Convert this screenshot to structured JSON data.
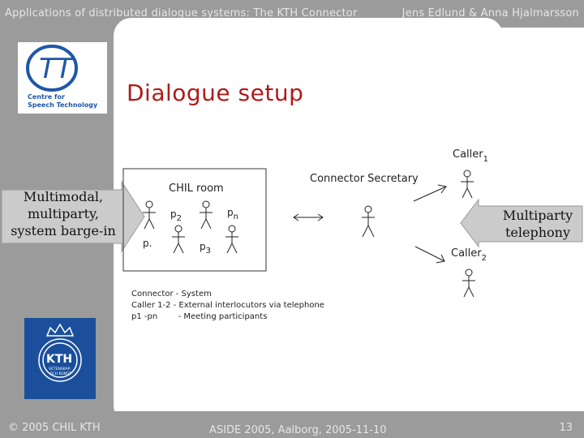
{
  "header": {
    "left_title": "Applications of distributed dialogue systems: The KTH Connector",
    "right_authors": "Jens Edlund & Anna Hjalmarsson"
  },
  "slide": {
    "title": "Dialogue setup"
  },
  "logo_ctt": {
    "letters": "TT",
    "line1": "Centre for",
    "line2": "Speech Technology"
  },
  "logo_kth": {
    "letters": "KTH",
    "line1": "VETENSKAP",
    "line2": "OCH KONST"
  },
  "diagram": {
    "room_label": "CHIL room",
    "secretary_label": "Connector Secretary",
    "caller1_base": "Caller",
    "caller1_sub": "1",
    "caller2_base": "Caller",
    "caller2_sub": "2",
    "p2_base": "p",
    "p2_sub": "2",
    "pn_base": "p",
    "pn_sub": "n",
    "p3_base": "p",
    "p3_sub": "3",
    "p1_label": "p."
  },
  "callouts": {
    "left": [
      "Multimodal,",
      "multiparty,",
      "system barge-in"
    ],
    "right": [
      "Multiparty",
      "telephony"
    ]
  },
  "legend": {
    "rows": [
      "Connector - System",
      "Caller 1-2 - External interlocutors via telephone",
      "p1 -pn        - Meeting participants"
    ]
  },
  "footer": {
    "copyright": "© 2005 CHIL KTH",
    "conference": "ASIDE 2005, Aalborg, 2005-11-10",
    "page_number": "13"
  },
  "colors": {
    "band_gray": "#9b9b9b",
    "title_red": "#b01a18",
    "ctt_blue": "#1f57a8",
    "kth_blue": "#1b4f9c",
    "callout_arrow": "#cbcbcb"
  }
}
